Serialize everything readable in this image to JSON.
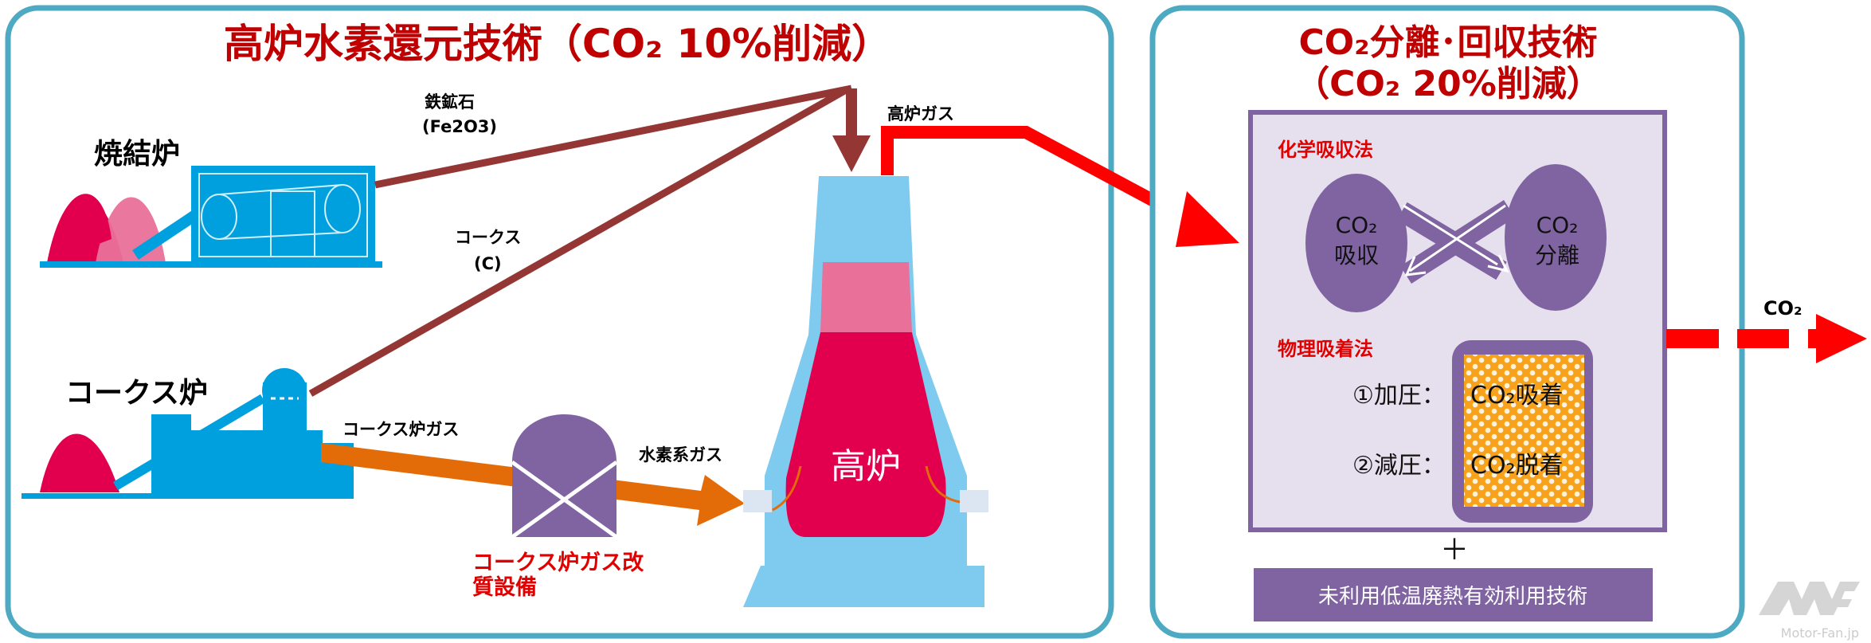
{
  "left_panel": {
    "title": "高炉水素還元技術（CO₂ 10%削減）",
    "sinter_label": "焼結炉",
    "coke_oven_label": "コークス炉",
    "iron_ore_label": "鉄鉱石",
    "iron_ore_formula": "(Fe2O3)",
    "coke_label": "コークス",
    "coke_formula": "(C)",
    "blast_gas_label": "高炉ガス",
    "coke_gas_label": "コークス炉ガス",
    "hydrogen_gas_label": "水素系ガス",
    "reformer_label_1": "コークス炉ガス改",
    "reformer_label_2": "質設備",
    "furnace_label": "高炉"
  },
  "right_panel": {
    "title_1": "CO₂分離･回収技術",
    "title_2": "（CO₂ 20%削減）",
    "chemical_label": "化学吸収法",
    "absorb_1": "CO₂",
    "absorb_2": "吸収",
    "separate_1": "CO₂",
    "separate_2": "分離",
    "physical_label": "物理吸着法",
    "step_1_left": "①加圧：",
    "step_1_right": "CO₂吸着",
    "step_2_left": "②減圧：",
    "step_2_right": "CO₂脱着",
    "plus": "＋",
    "waste_heat": "未利用低温廃熱有効利用技術",
    "output_label": "CO₂"
  },
  "watermark": "Motor-Fan.jp",
  "colors": {
    "panel_border": "#4EAAC2",
    "title_red": "#C00000",
    "purple": "#8064A2",
    "furnace_blue": "#7FCBEF",
    "machine_blue": "#00A0DE",
    "furnace_red": "#E2004E",
    "pipe_brown": "#943634",
    "pipe_orange": "#E36C09",
    "arrow_red": "#FF0000"
  }
}
